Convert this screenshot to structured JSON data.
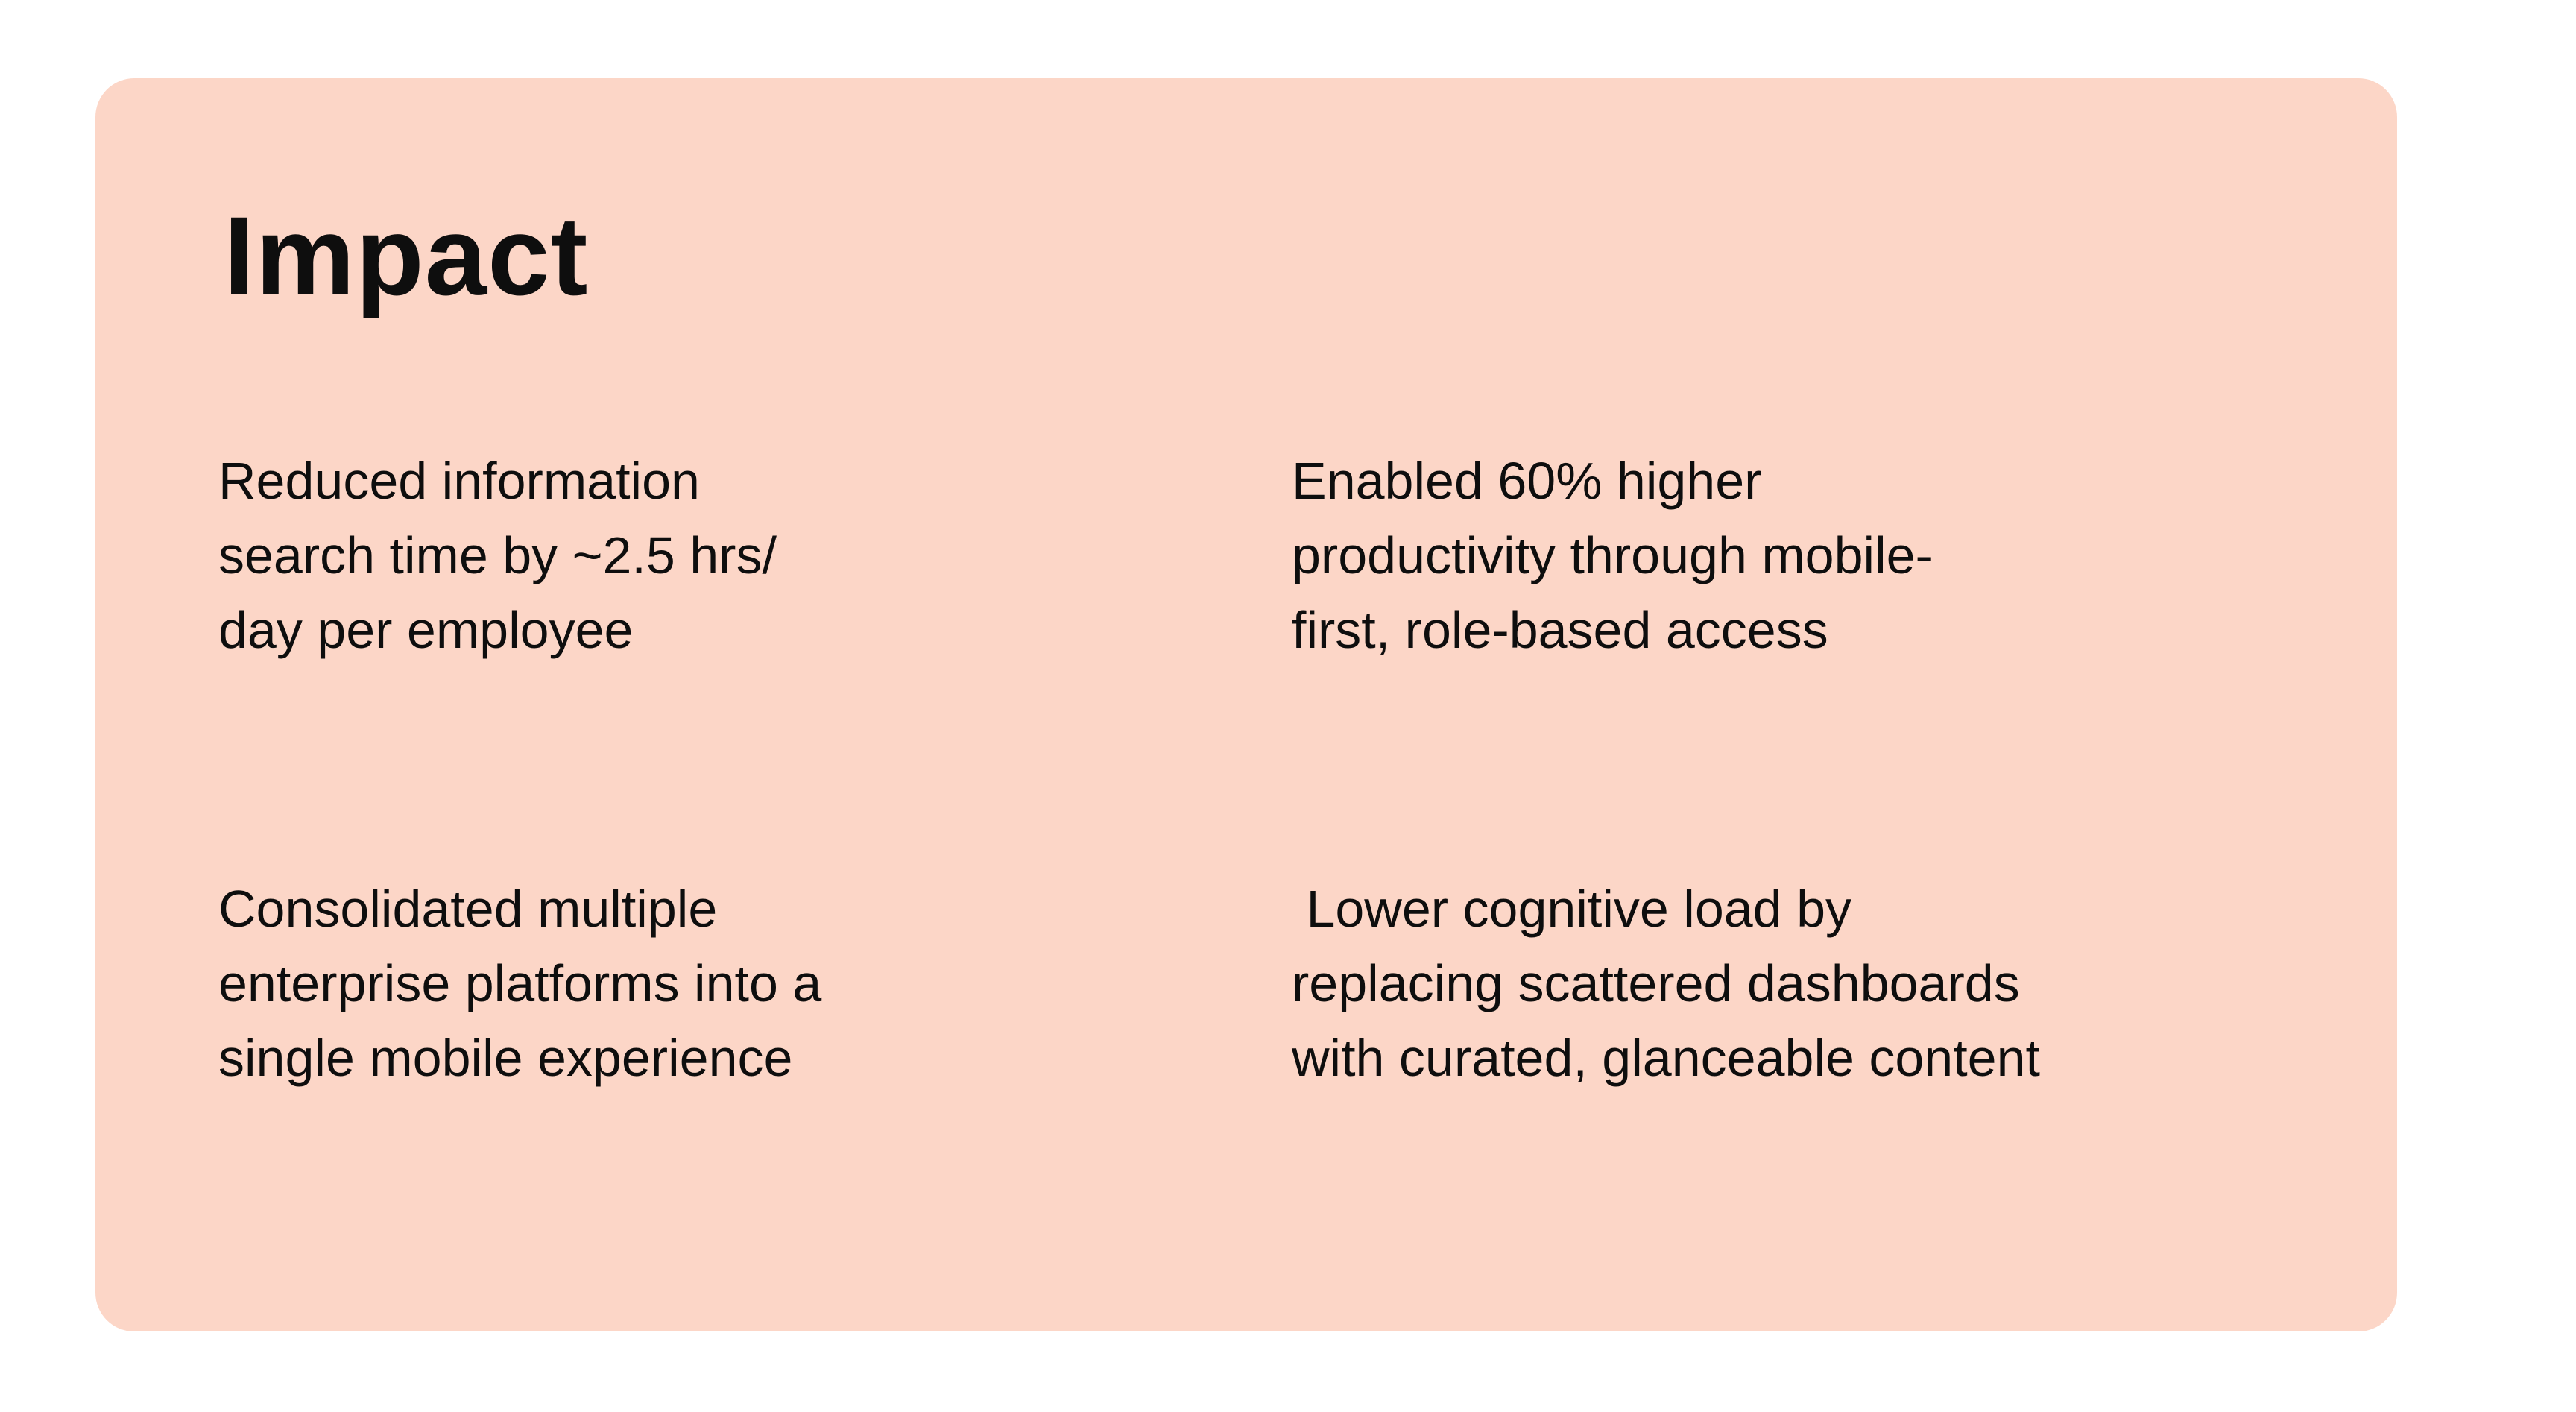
{
  "colors": {
    "page_bg": "#ffffff",
    "card_bg": "#fcd6c7",
    "text": "#0e0e0e"
  },
  "card": {
    "title": "Impact",
    "blocks": [
      {
        "id": "reduced-search-time",
        "lines": [
          "Reduced information",
          "search time by ~2.5 hrs/",
          "day per employee"
        ]
      },
      {
        "id": "higher-productivity",
        "lines": [
          "Enabled 60% higher",
          "productivity through mobile-",
          "first, role-based access"
        ]
      },
      {
        "id": "consolidated-platforms",
        "lines": [
          "Consolidated multiple",
          "enterprise platforms into a",
          "single mobile experience"
        ]
      },
      {
        "id": "lower-cognitive-load",
        "lines": [
          " Lower cognitive load by",
          "replacing scattered dashboards",
          "with curated, glanceable content"
        ]
      }
    ]
  }
}
